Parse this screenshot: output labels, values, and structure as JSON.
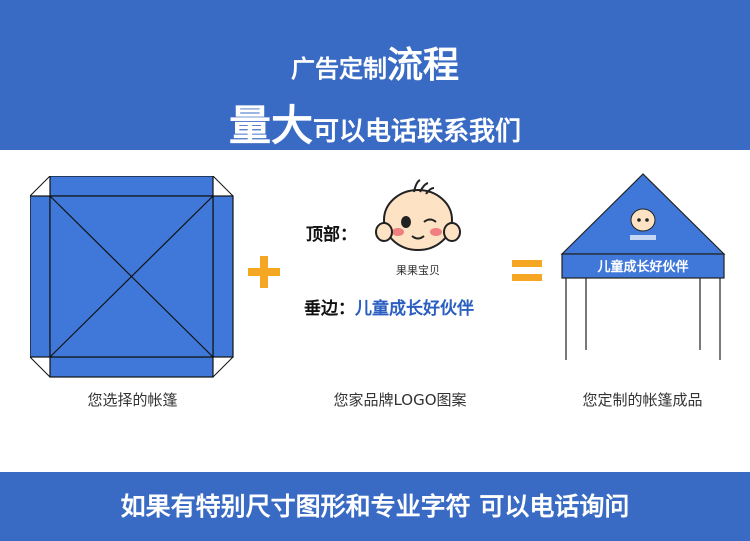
{
  "header": {
    "line1_small": "广告定制",
    "line1_big": "流程",
    "line2_big": "量大",
    "line2_small": "可以电话联系我们"
  },
  "steps": [
    {
      "caption": "您选择的帐篷"
    },
    {
      "caption": "您家品牌LOGO图案"
    },
    {
      "caption": "您定制的帐篷成品"
    }
  ],
  "logo_panel": {
    "top_label": "顶部：",
    "bottom_label": "垂边：",
    "slogan": "儿童成长好伙伴",
    "mascot_text": "果果宝贝"
  },
  "operators": {
    "plus": "+",
    "equals": "="
  },
  "product": {
    "valance_text": "儿童成长好伙伴"
  },
  "footer": {
    "text": "如果有特别尺寸图形和专业字符 可以电话询问"
  },
  "colors": {
    "banner_blue": "#3a6bc4",
    "tent_blue": "#3f78d8",
    "operator_orange": "#f5a623",
    "slogan_blue": "#2a5fc0"
  }
}
